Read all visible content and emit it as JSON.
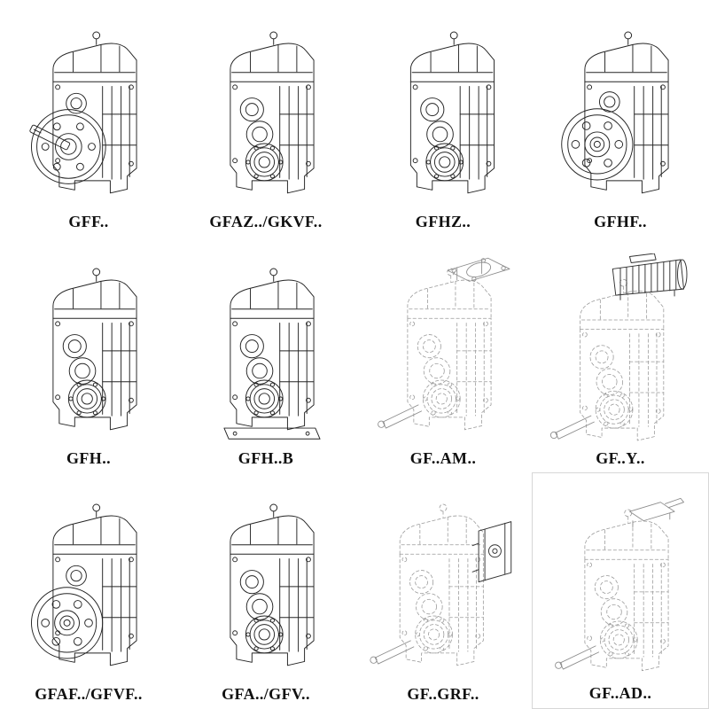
{
  "page": {
    "background": "#ffffff",
    "line_color": "#242424",
    "ghost_line_color": "#9a9a9a"
  },
  "cells": [
    {
      "label": "GFF..",
      "drawing": "gearbox-flange-output-shaft"
    },
    {
      "label": "GFAZ../GKVF..",
      "drawing": "gearbox-hollow-shaft"
    },
    {
      "label": "GFHZ..",
      "drawing": "gearbox-hollow-shaft"
    },
    {
      "label": "GFHF..",
      "drawing": "gearbox-output-flange"
    },
    {
      "label": "GFH..",
      "drawing": "gearbox-hollow-shaft"
    },
    {
      "label": "GFH..B",
      "drawing": "gearbox-hollow-shaft-base"
    },
    {
      "label": "GF..AM..",
      "drawing": "gearbox-motor-adapter-flange"
    },
    {
      "label": "GF..Y..",
      "drawing": "gearbox-with-motor"
    },
    {
      "label": "GFAF../GFVF..",
      "drawing": "gearbox-output-flange-holes"
    },
    {
      "label": "GFA../GFV..",
      "drawing": "gearbox-hollow-shaft"
    },
    {
      "label": "GF..GRF..",
      "drawing": "gearbox-primary-gear-input"
    },
    {
      "label": "GF..AD..",
      "drawing": "gearbox-input-adapter"
    }
  ]
}
